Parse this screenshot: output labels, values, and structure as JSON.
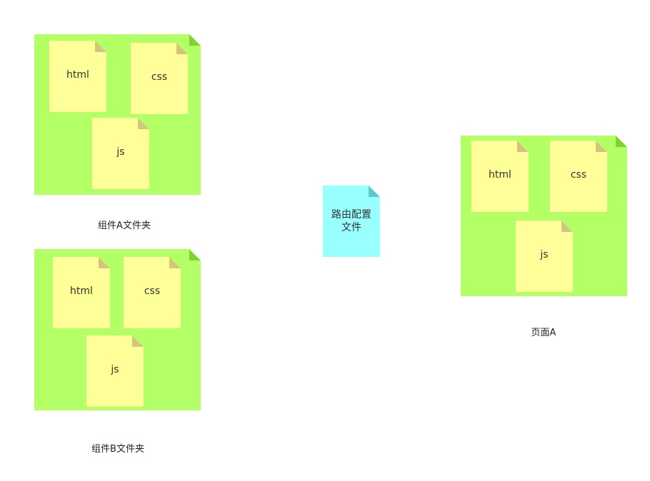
{
  "colors": {
    "folder_fill": "#b3ff66",
    "file_fill": "#ffff99",
    "route_file_fill": "#99ffff"
  },
  "folder_a": {
    "caption": "组件A文件夹",
    "files": [
      "html",
      "css",
      "js"
    ]
  },
  "folder_b": {
    "caption": "组件B文件夹",
    "files": [
      "html",
      "css",
      "js"
    ]
  },
  "page_a": {
    "caption": "页面A",
    "files": [
      "html",
      "css",
      "js"
    ]
  },
  "route_config": {
    "line1": "路由配置",
    "line2": "文件"
  }
}
